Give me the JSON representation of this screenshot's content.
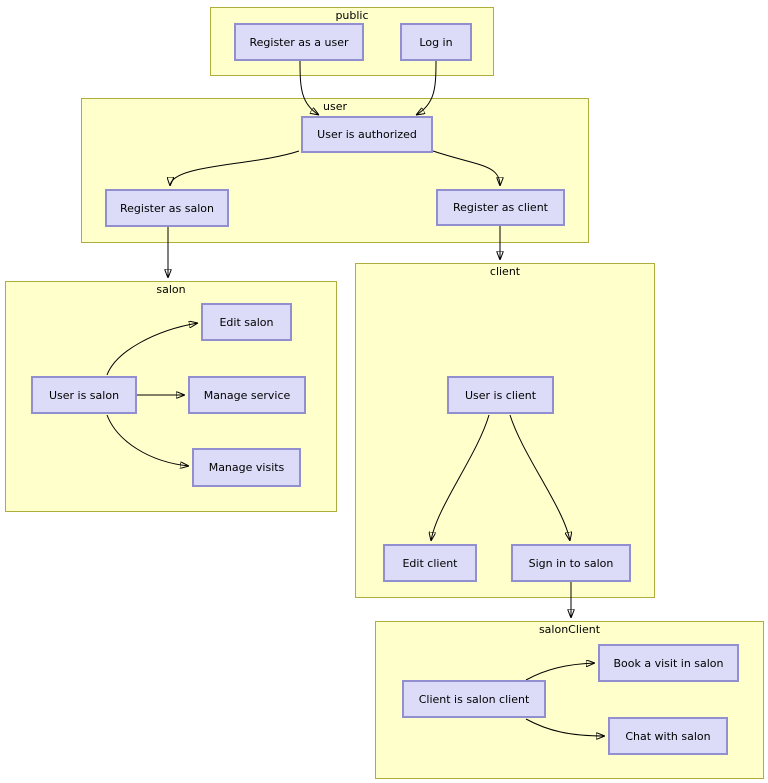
{
  "diagram": {
    "type": "flowchart",
    "colors": {
      "background": "#FFFFFF",
      "cluster_fill": "#FFFFCC",
      "cluster_border": "#AEAE3C",
      "node_fill": "#DCDCF8",
      "node_border": "#918FD0",
      "edge": "#000000"
    },
    "clusters": [
      {
        "label": "public",
        "nodes": [
          {
            "label": "Register as a user"
          },
          {
            "label": "Log in"
          }
        ]
      },
      {
        "label": "user",
        "nodes": [
          {
            "label": "User is authorized"
          },
          {
            "label": "Register as salon"
          },
          {
            "label": "Register as client"
          }
        ]
      },
      {
        "label": "salon",
        "nodes": [
          {
            "label": "Edit salon"
          },
          {
            "label": "User is salon"
          },
          {
            "label": "Manage service"
          },
          {
            "label": "Manage visits"
          }
        ]
      },
      {
        "label": "client",
        "nodes": [
          {
            "label": "User is client"
          },
          {
            "label": "Edit client"
          },
          {
            "label": "Sign in to salon"
          }
        ]
      },
      {
        "label": "salonClient",
        "nodes": [
          {
            "label": "Book a visit in salon"
          },
          {
            "label": "Client is salon client"
          },
          {
            "label": "Chat with salon"
          }
        ]
      }
    ],
    "edges": [
      {
        "from": "Register as a user",
        "to": "User is authorized"
      },
      {
        "from": "Log in",
        "to": "User is authorized"
      },
      {
        "from": "User is authorized",
        "to": "Register as salon"
      },
      {
        "from": "User is authorized",
        "to": "Register as client"
      },
      {
        "from": "Register as salon",
        "to": "salon"
      },
      {
        "from": "Register as client",
        "to": "client"
      },
      {
        "from": "User is salon",
        "to": "Edit salon"
      },
      {
        "from": "User is salon",
        "to": "Manage service"
      },
      {
        "from": "User is salon",
        "to": "Manage visits"
      },
      {
        "from": "User is client",
        "to": "Edit client"
      },
      {
        "from": "User is client",
        "to": "Sign in to salon"
      },
      {
        "from": "Sign in to salon",
        "to": "salonClient"
      },
      {
        "from": "Client is salon client",
        "to": "Book a visit in salon"
      },
      {
        "from": "Client is salon client",
        "to": "Chat with salon"
      }
    ]
  }
}
